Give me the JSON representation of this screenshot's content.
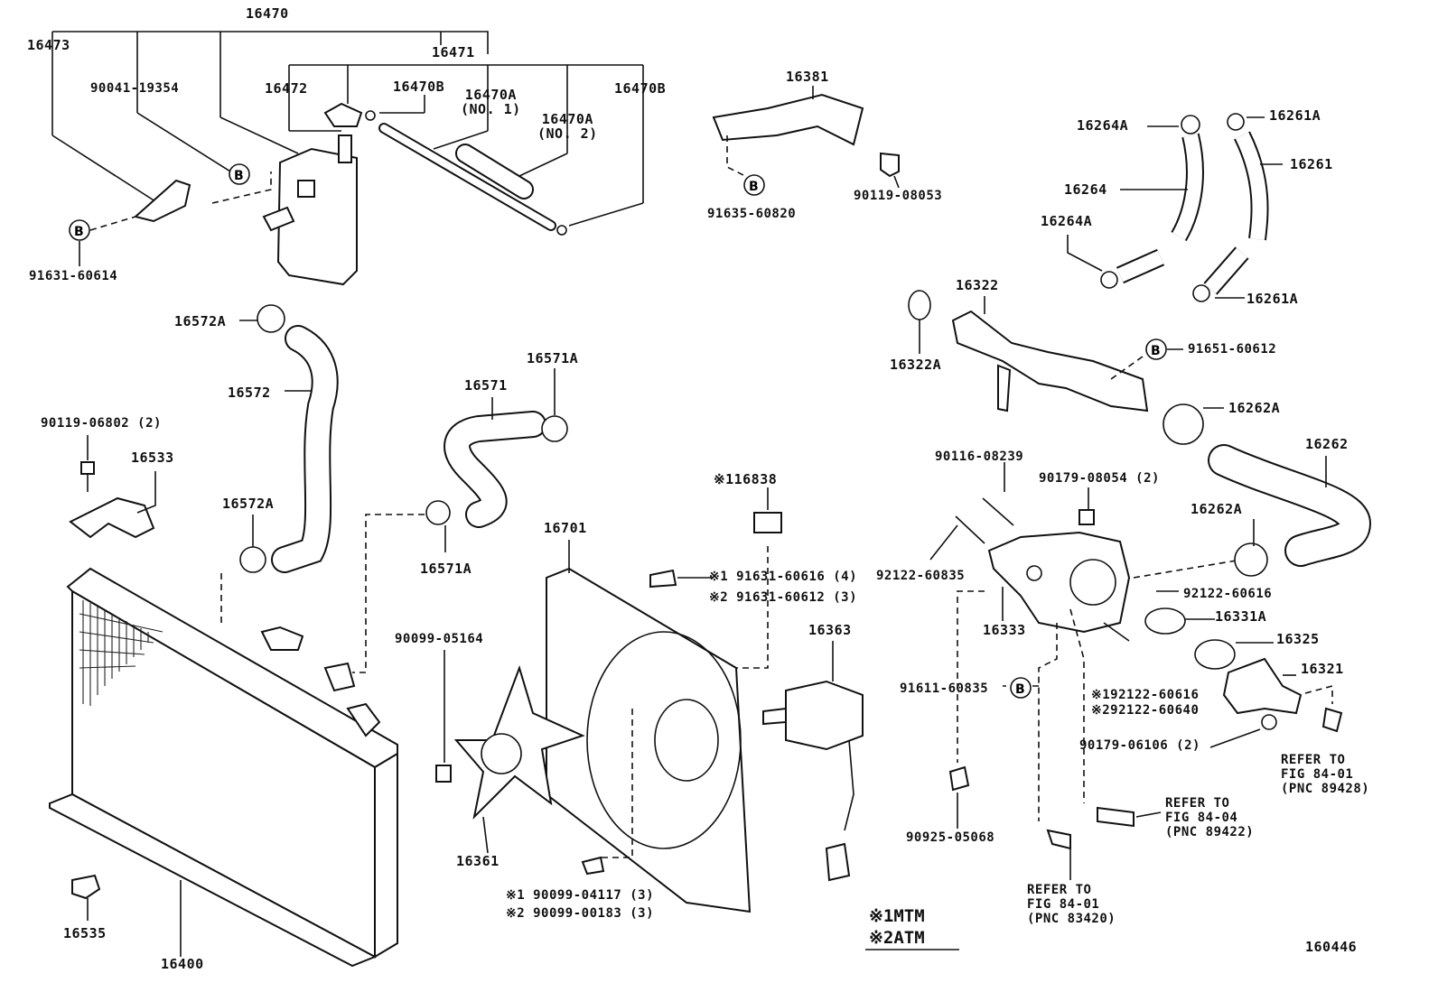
{
  "labels": {
    "p16470": "16470",
    "p16473": "16473",
    "p16471": "16471",
    "p90041_19354": "90041-19354",
    "p16472": "16472",
    "p16470B_a": "16470B",
    "p16470A_no1": "16470A\n(NO. 1)",
    "p16470A_no2": "16470A\n(NO. 2)",
    "p16470B_b": "16470B",
    "p91631_60614": "91631-60614",
    "p16381": "16381",
    "p90119_08053": "90119-08053",
    "p91635_60820": "91635-60820",
    "p16264A_a": "16264A",
    "p16261A_a": "16261A",
    "p16264": "16264",
    "p16261": "16261",
    "p16264A_b": "16264A",
    "p16261A_b": "16261A",
    "p16322": "16322",
    "p16322A": "16322A",
    "p91651_60612": "91651-60612",
    "p16262A_a": "16262A",
    "p16262": "16262",
    "p16572A_a": "16572A",
    "p16572": "16572",
    "p16571A_a": "16571A",
    "p16571": "16571",
    "p90119_06802": "90119-06802 (2)",
    "p16533": "16533",
    "p16572A_b": "16572A",
    "p16571A_b": "16571A",
    "p116838": "※116838",
    "p16701": "16701",
    "p91631_60616": "※1 91631-60616 (4)",
    "p91631_60612": "※2 91631-60612 (3)",
    "p90116_08239": "90116-08239",
    "p90179_08054": "90179-08054 (2)",
    "p16262A_b": "16262A",
    "p92122_60835": "92122-60835",
    "p92122_60616": "92122-60616",
    "p16333": "16333",
    "p16331A": "16331A",
    "p16325": "16325",
    "p16363": "16363",
    "p90099_05164": "90099-05164",
    "p16321": "16321",
    "p91611_60835": "91611-60835",
    "p192122_60616": "※192122-60616",
    "p292122_60640": "※292122-60640",
    "p90179_06106": "90179-06106 (2)",
    "refer_89428": "REFER TO\nFIG 84-01\n(PNC 89428)",
    "refer_89422": "REFER TO\nFIG 84-04\n(PNC 89422)",
    "p90925_05068": "90925-05068",
    "p16361": "16361",
    "refer_83420": "REFER TO\nFIG 84-01\n(PNC 83420)",
    "p16535": "16535",
    "p90099_04117": "※1 90099-04117 (3)",
    "p90099_00183": "※2 90099-00183 (3)",
    "p16400": "16400",
    "diagram_id": "160446"
  },
  "legend": {
    "mtm": "※1MTM",
    "atm": "※2ATM"
  },
  "markers": {
    "b_letter": "B"
  }
}
